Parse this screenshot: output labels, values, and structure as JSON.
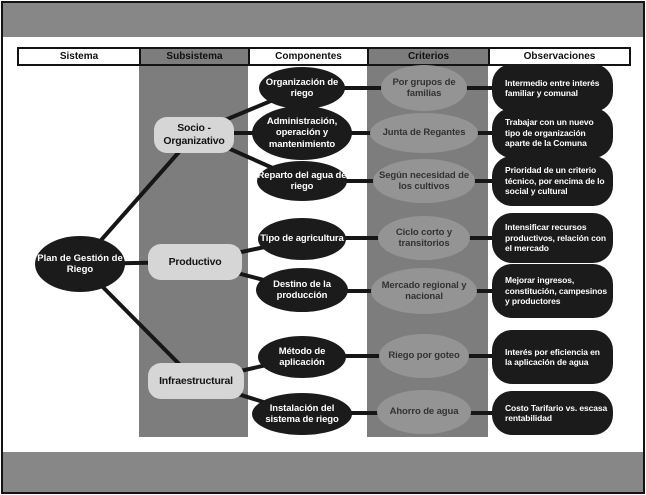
{
  "header": {
    "columns": [
      "Sistema",
      "Subsistema",
      "Componentes",
      "Criterios",
      "Observaciones"
    ]
  },
  "system": {
    "label": "Plan de Gestión de Riego"
  },
  "subsystems": [
    {
      "label": "Socio - Organizativo"
    },
    {
      "label": "Productivo"
    },
    {
      "label": "Infraestructural"
    }
  ],
  "rows": [
    {
      "subsystem": "Socio - Organizativo",
      "component": "Organización de riego",
      "criterion": "Por grupos de familias",
      "observation": "Intermedio entre interés familiar y comunal"
    },
    {
      "subsystem": "Socio - Organizativo",
      "component": "Administración, operación y mantenimiento",
      "criterion": "Junta de Regantes",
      "observation": "Trabajar con un nuevo tipo de organización aparte de la Comuna"
    },
    {
      "subsystem": "Socio - Organizativo",
      "component": "Reparto del agua de riego",
      "criterion": "Según necesidad de los cultivos",
      "observation": "Prioridad de un criterio técnico, por encima de lo social y cultural"
    },
    {
      "subsystem": "Productivo",
      "component": "Tipo de agricultura",
      "criterion": "Ciclo corto y transitorios",
      "observation": "Intensificar recursos productivos, relación con el mercado"
    },
    {
      "subsystem": "Productivo",
      "component": "Destino de la producción",
      "criterion": "Mercado regional y nacional",
      "observation": "Mejorar ingresos, constitución, campesinos y productores"
    },
    {
      "subsystem": "Infraestructural",
      "component": "Método de aplicación",
      "criterion": "Riego por goteo",
      "observation": "Interés por eficiencia en la aplicación de agua"
    },
    {
      "subsystem": "Infraestructural",
      "component": "Instalación del sistema de riego",
      "criterion": "Ahorro de agua",
      "observation": "Costo Tarifario vs. escasa rentabilidad"
    }
  ],
  "colors": {
    "frame_gray": "#878787",
    "band_gray": "#7d7d7d",
    "node_black": "#1b1b1b",
    "subsystem_fill": "#d6d6d6",
    "criterion_fill": "#949494",
    "criterion_text": "#333333",
    "text_white": "#ffffff",
    "line_black": "#161616"
  }
}
